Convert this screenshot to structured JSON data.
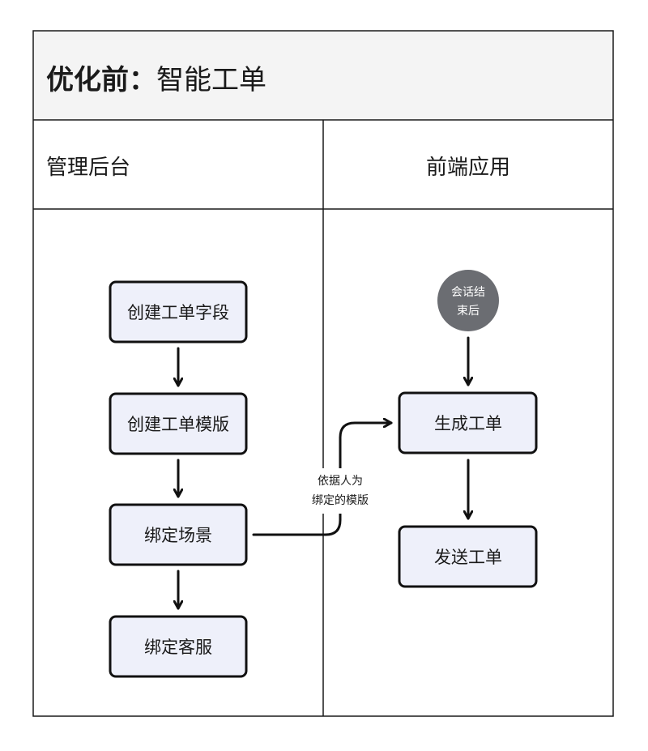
{
  "title": {
    "bold": "优化前：",
    "normal": "智能工单"
  },
  "lanes": {
    "left": "管理后台",
    "right": "前端应用"
  },
  "left_nodes": {
    "n1": "创建工单字段",
    "n2": "创建工单模版",
    "n3": "绑定场景",
    "n4": "绑定客服"
  },
  "right_nodes": {
    "start_line1": "会话结",
    "start_line2": "束后",
    "n1": "生成工单",
    "n2": "发送工单"
  },
  "edge_label": {
    "line1": "依据人为",
    "line2": "绑定的模版"
  },
  "colors": {
    "node_fill": "#eef0fa",
    "node_stroke": "#111111",
    "start_circle": "#6b6d72",
    "header_bg": "#f4f4f4"
  }
}
